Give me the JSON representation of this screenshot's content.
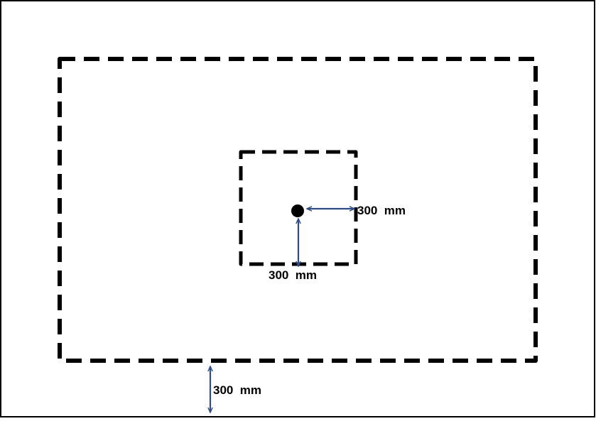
{
  "colors": {
    "outline": "#000000",
    "dashed_boundary": "#000000",
    "dimension_arrow": "#2e4d86",
    "point": "#000000",
    "background": "#ffffff"
  },
  "labels": {
    "inner_horizontal": "300  mm",
    "inner_vertical": "300  mm",
    "outer_gap": "300  mm"
  }
}
